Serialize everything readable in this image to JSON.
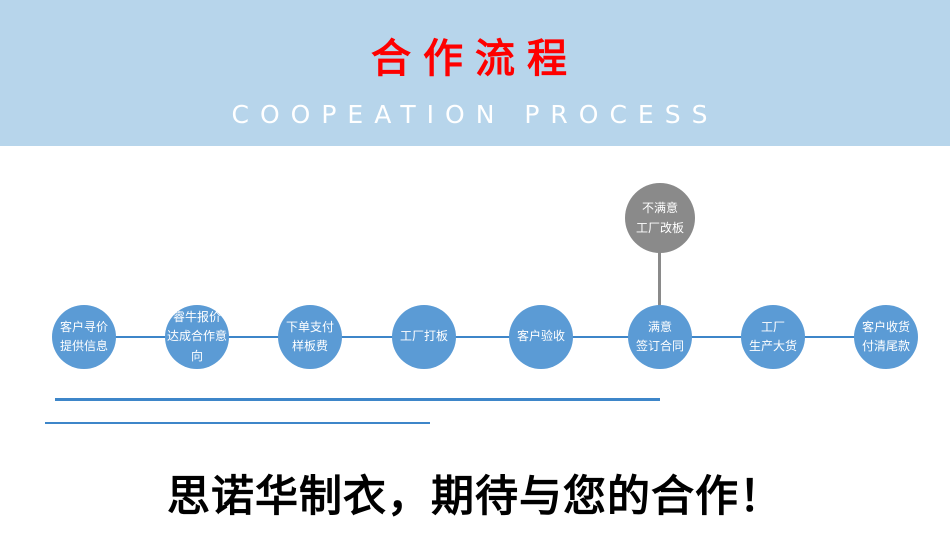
{
  "banner": {
    "title": "合作流程",
    "subtitle": "COOPEATION PROCESS"
  },
  "flow": {
    "steps": [
      {
        "label": "客户寻价\n提供信息"
      },
      {
        "label": "睿牛报价\n达成合作意向"
      },
      {
        "label": "下单支付\n样板费"
      },
      {
        "label": "工厂打板"
      },
      {
        "label": "客户验收"
      },
      {
        "label": "满意\n签订合同"
      },
      {
        "label": "工厂\n生产大货"
      },
      {
        "label": "客户收货\n付清尾款"
      }
    ],
    "branch": {
      "label": "不满意\n工厂改板"
    }
  },
  "footer": {
    "slogan": "思诺华制衣，期待与您的合作！"
  },
  "colors": {
    "banner_bg": "#b7d5eb",
    "title_red": "#fe0000",
    "subtitle_white": "#ffffff",
    "step_blue": "#5b9bd5",
    "branch_gray": "#8a8a8a",
    "line_blue": "#3e86c9",
    "slogan_black": "#000000"
  }
}
